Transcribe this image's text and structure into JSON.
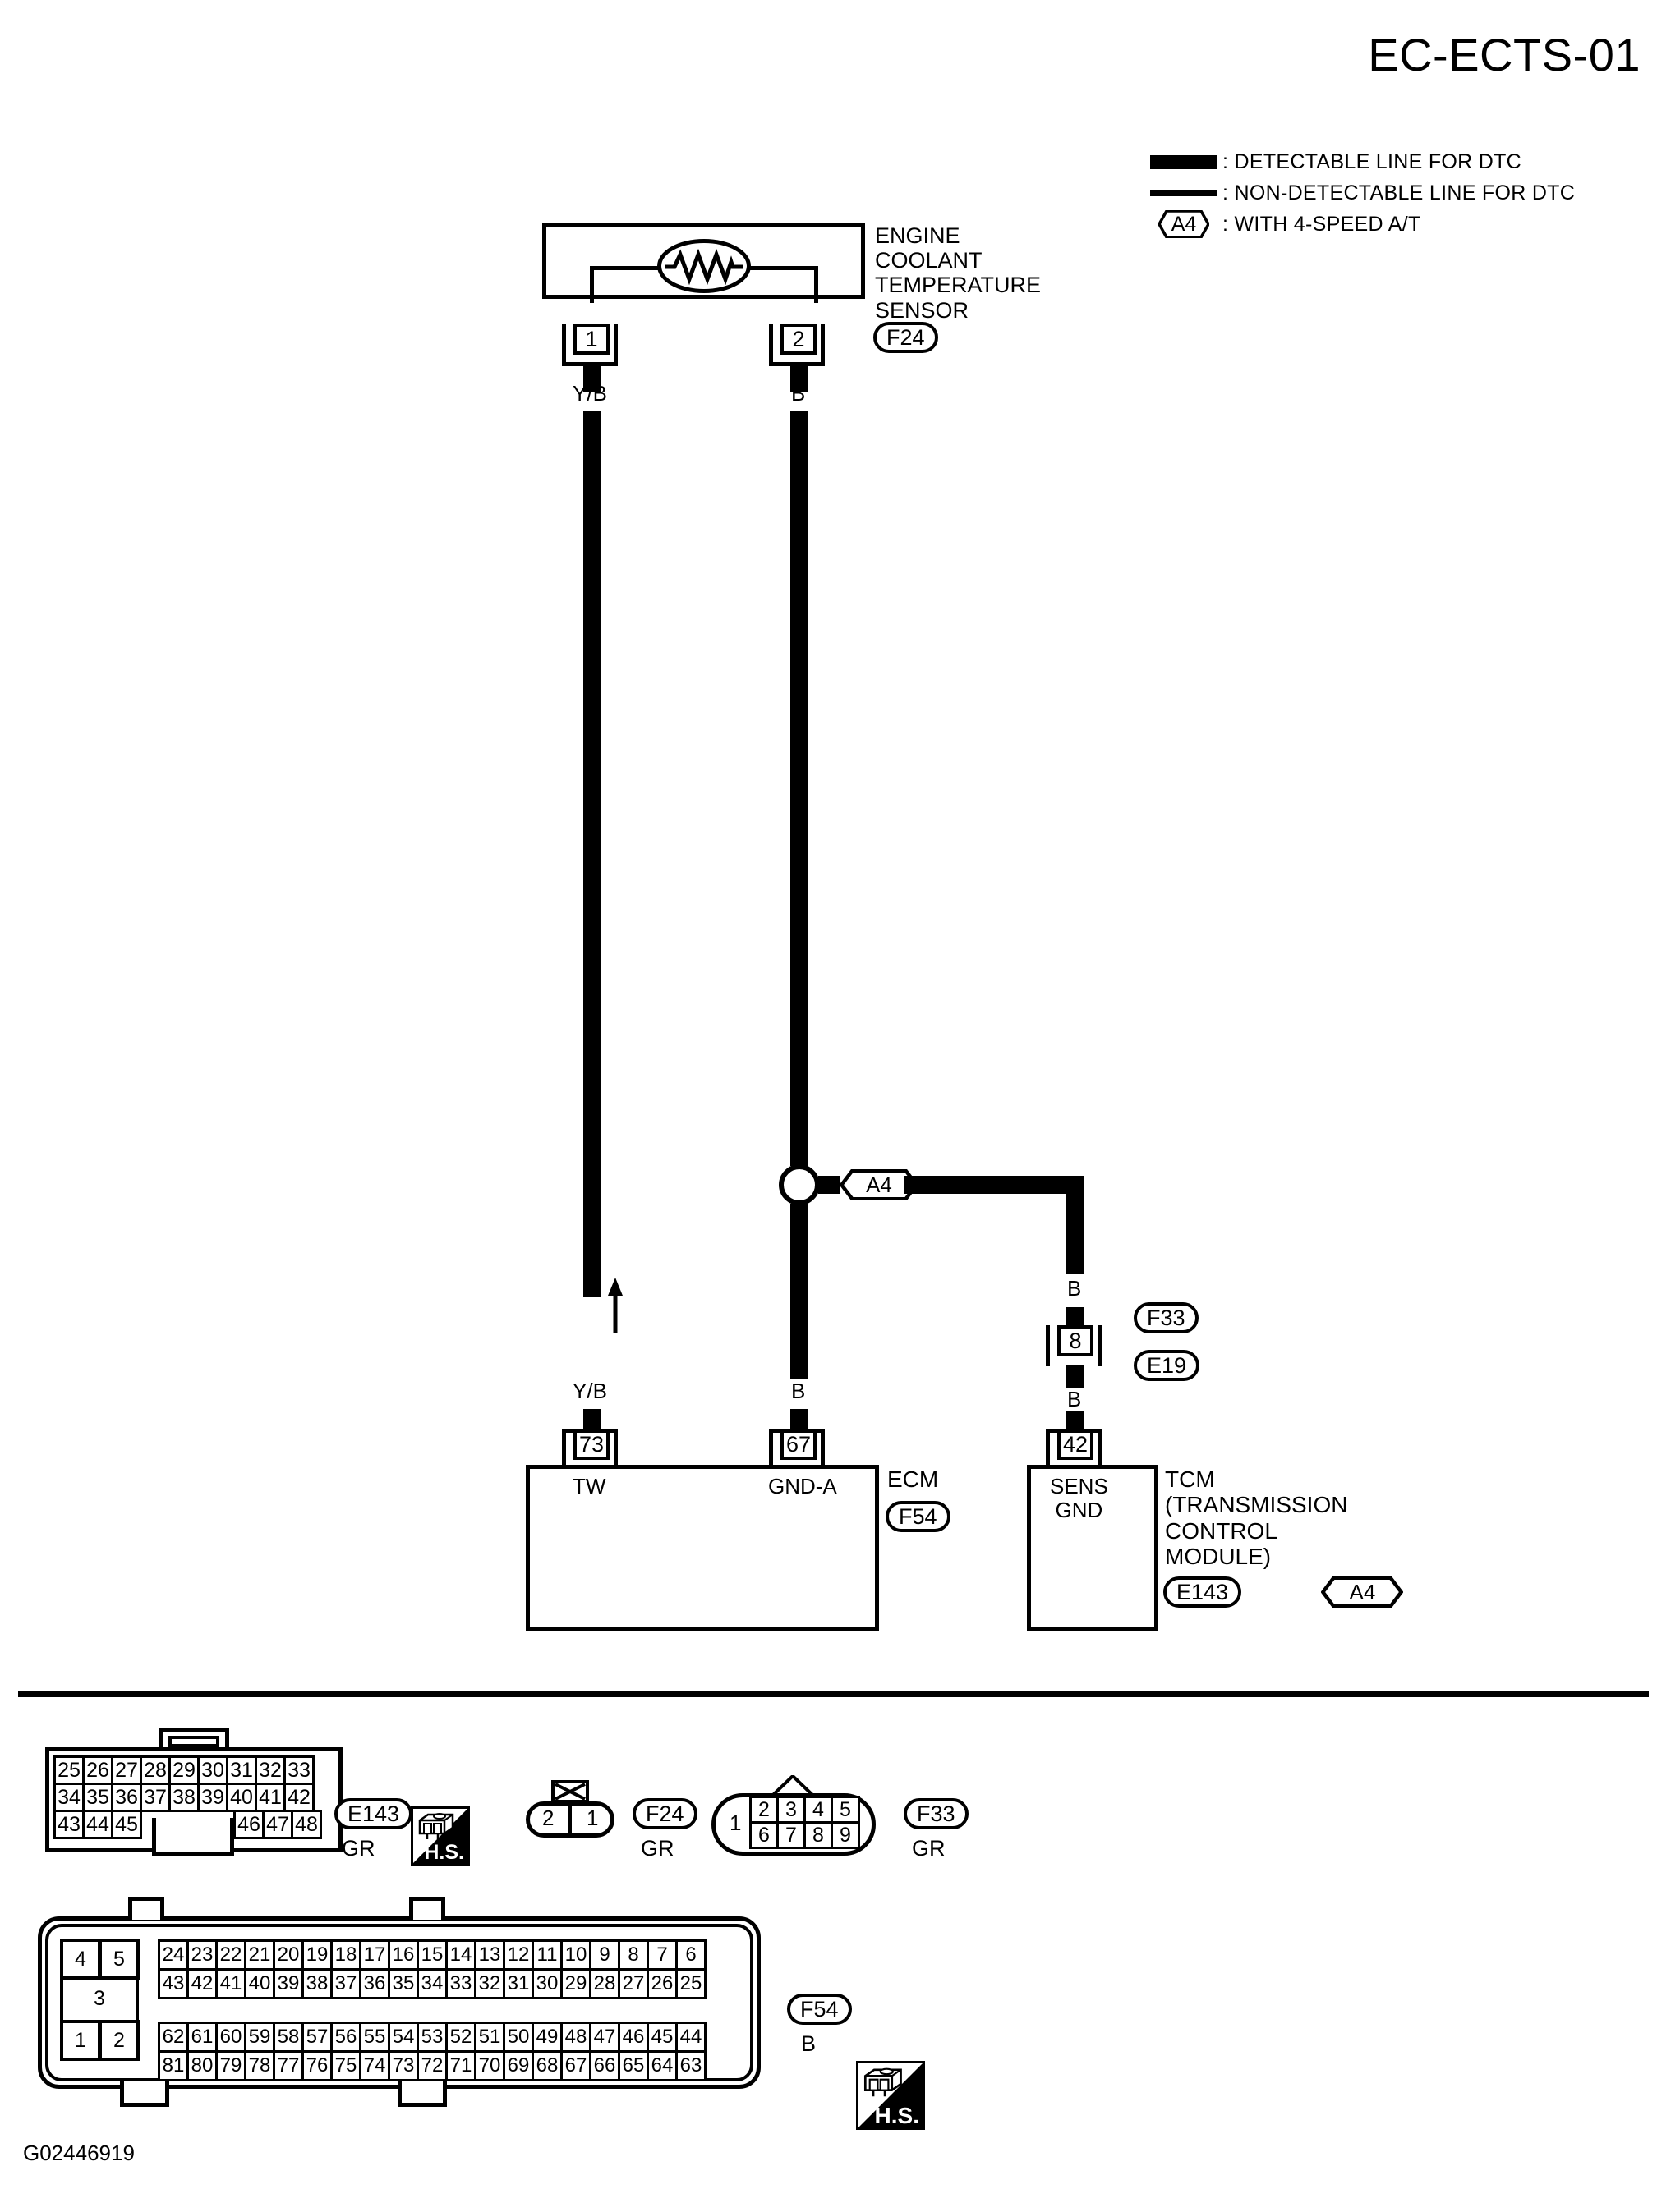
{
  "page": {
    "title": "EC-ECTS-01",
    "doc_id": "G02446919"
  },
  "legend": {
    "items": [
      {
        "symbol": "thick-line",
        "text": ": DETECTABLE LINE FOR DTC"
      },
      {
        "symbol": "thin-line",
        "text": ": NON-DETECTABLE LINE FOR DTC"
      },
      {
        "symbol": "hex-tag",
        "tag": "A4",
        "text": ": WITH 4-SPEED A/T"
      }
    ]
  },
  "schematic": {
    "sensor": {
      "name": "ENGINE\nCOOLANT\nTEMPERATURE\nSENSOR",
      "connector": "F24",
      "pins": [
        {
          "number": "1",
          "wire": "Y/B"
        },
        {
          "number": "2",
          "wire": "B"
        }
      ]
    },
    "splice": {
      "option_tag": "A4"
    },
    "inline_connector": {
      "wire_above": "B",
      "pin": "8",
      "wire_below": "B",
      "tags": [
        "F33",
        "E19"
      ]
    },
    "ecm": {
      "name": "ECM",
      "connector": "F54",
      "pins": [
        {
          "number": "73",
          "signal": "TW",
          "wire": "Y/B"
        },
        {
          "number": "67",
          "signal": "GND-A",
          "wire": "B"
        }
      ]
    },
    "tcm": {
      "name": "TCM\n(TRANSMISSION\nCONTROL\nMODULE)",
      "connector": "E143",
      "option_tag": "A4",
      "pins": [
        {
          "number": "42",
          "signal": "SENS\nGND",
          "wire": "B"
        }
      ]
    }
  },
  "connector_views": {
    "e143": {
      "label": "E143",
      "color": "GR",
      "rows": [
        [
          "25",
          "26",
          "27",
          "28",
          "29",
          "30",
          "31",
          "32",
          "33"
        ],
        [
          "34",
          "35",
          "36",
          "37",
          "38",
          "39",
          "40",
          "41",
          "42"
        ],
        [
          "43",
          "44",
          "45",
          "",
          "",
          "",
          "46",
          "47",
          "48"
        ]
      ],
      "hs_badge": "H.S."
    },
    "f24": {
      "label": "F24",
      "color": "GR",
      "pins": [
        "2",
        "1"
      ]
    },
    "f33": {
      "label": "F33",
      "color": "GR",
      "pin_left": "1",
      "rows": [
        [
          "2",
          "3",
          "4",
          "5"
        ],
        [
          "6",
          "7",
          "8",
          "9"
        ]
      ]
    },
    "f54": {
      "label": "F54",
      "color": "B",
      "hs_badge": "H.S.",
      "left_block": {
        "top": [
          "4",
          "5"
        ],
        "middle": "3",
        "bottom": [
          "1",
          "2"
        ]
      },
      "upper_rows": [
        [
          "24",
          "23",
          "22",
          "21",
          "20",
          "19",
          "18",
          "17",
          "16",
          "15",
          "14",
          "13",
          "12",
          "11",
          "10",
          "9",
          "8",
          "7",
          "6"
        ],
        [
          "43",
          "42",
          "41",
          "40",
          "39",
          "38",
          "37",
          "36",
          "35",
          "34",
          "33",
          "32",
          "31",
          "30",
          "29",
          "28",
          "27",
          "26",
          "25"
        ]
      ],
      "lower_rows": [
        [
          "62",
          "61",
          "60",
          "59",
          "58",
          "57",
          "56",
          "55",
          "54",
          "53",
          "52",
          "51",
          "50",
          "49",
          "48",
          "47",
          "46",
          "45",
          "44"
        ],
        [
          "81",
          "80",
          "79",
          "78",
          "77",
          "76",
          "75",
          "74",
          "73",
          "72",
          "71",
          "70",
          "69",
          "68",
          "67",
          "66",
          "65",
          "64",
          "63"
        ]
      ]
    }
  }
}
